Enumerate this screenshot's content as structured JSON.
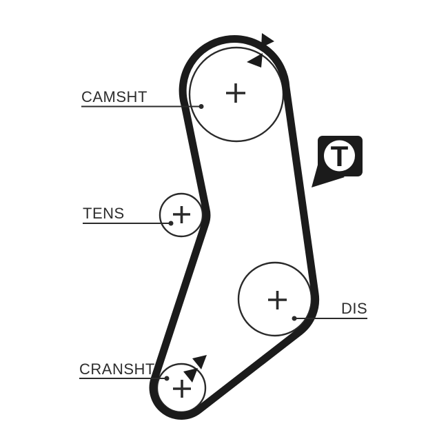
{
  "colors": {
    "ink": "#1b1b1b",
    "outline": "#2a2a2a",
    "label_text": "#2d2d2d",
    "background": "#ffffff",
    "badge_circle_fill": "#ffffff"
  },
  "callouts": {
    "camshaft": {
      "label": "CAMSHT"
    },
    "tensioner": {
      "label": "TENS"
    },
    "crankshaft": {
      "label": "CRANSHT"
    },
    "distributor": {
      "label": "DIS"
    }
  },
  "badge": {
    "letter": "T"
  },
  "icons": {
    "badge": "tension-badge-icon",
    "rotation_marks": "timing-mark-arrow-icon"
  }
}
